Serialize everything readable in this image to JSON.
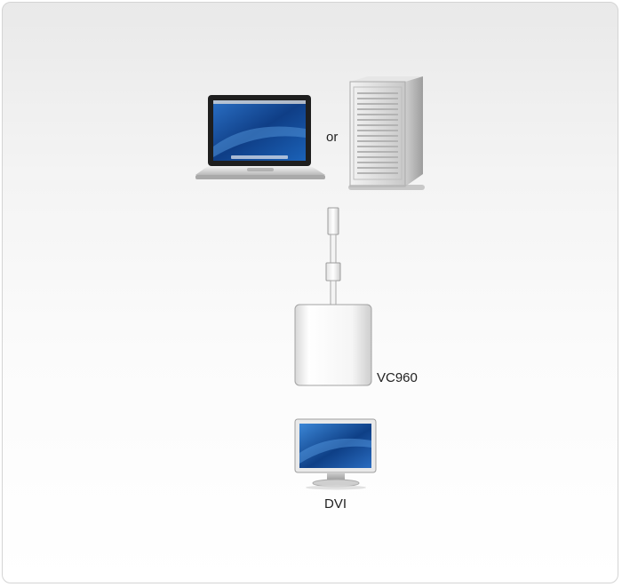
{
  "diagram": {
    "source_connector_text": "or",
    "adapter_label": "VC960",
    "display_label": "DVI"
  },
  "icons": {
    "laptop": "laptop-icon",
    "desktop": "desktop-tower-icon",
    "connector": "mini-displayport-connector-icon",
    "adapter": "vc960-adapter-icon",
    "monitor": "dvi-monitor-icon"
  },
  "colors": {
    "frame_border": "#d4d4d4",
    "screen_blue": "#1c5aa6",
    "silver": "#d9d9d9",
    "text": "#222222"
  }
}
